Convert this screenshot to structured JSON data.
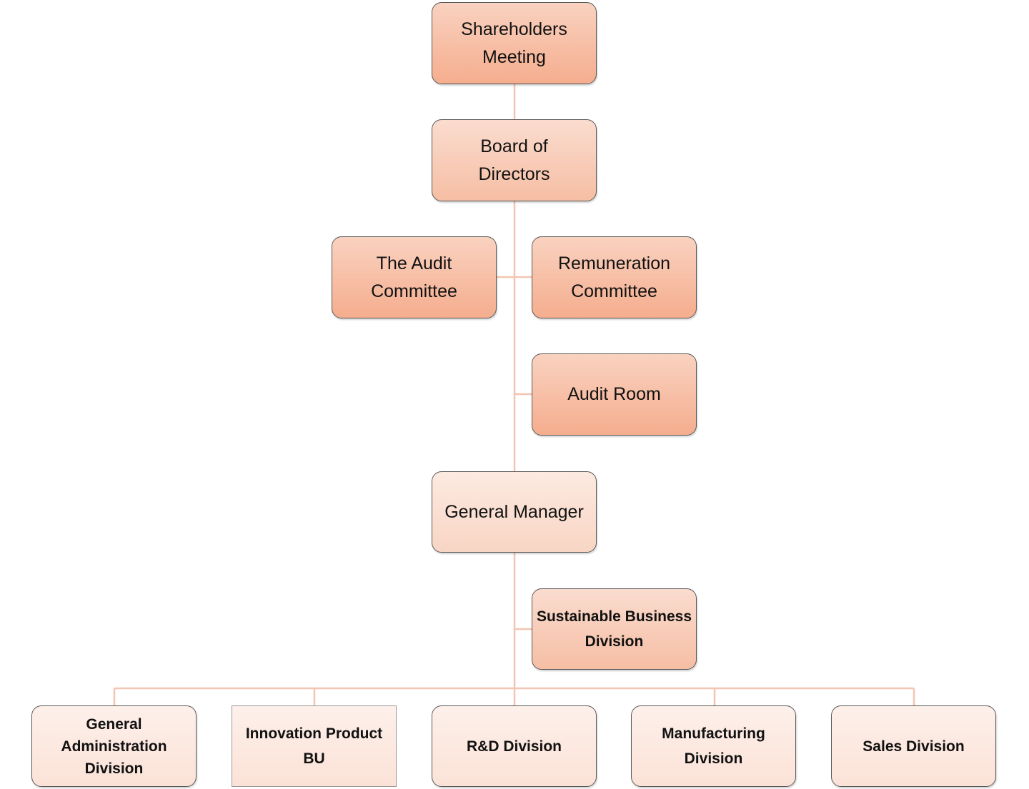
{
  "colors": {
    "connector": "#f3c4b1",
    "border": "#5a5a5a",
    "text": "#111111"
  },
  "nodes": {
    "shareholders": "Shareholders\nMeeting",
    "board": "Board of\nDirectors",
    "audit_committee": "The Audit\nCommittee",
    "remuneration": "Remuneration\nCommittee",
    "audit_room": "Audit Room",
    "general_manager": "General Manager",
    "sustainable": "Sustainable Business\nDivision",
    "general_admin": "General\nAdministration\nDivision",
    "innovation": "Innovation Product\nBU",
    "rd": "R&D Division",
    "manufacturing": "Manufacturing\nDivision",
    "sales": "Sales Division"
  }
}
